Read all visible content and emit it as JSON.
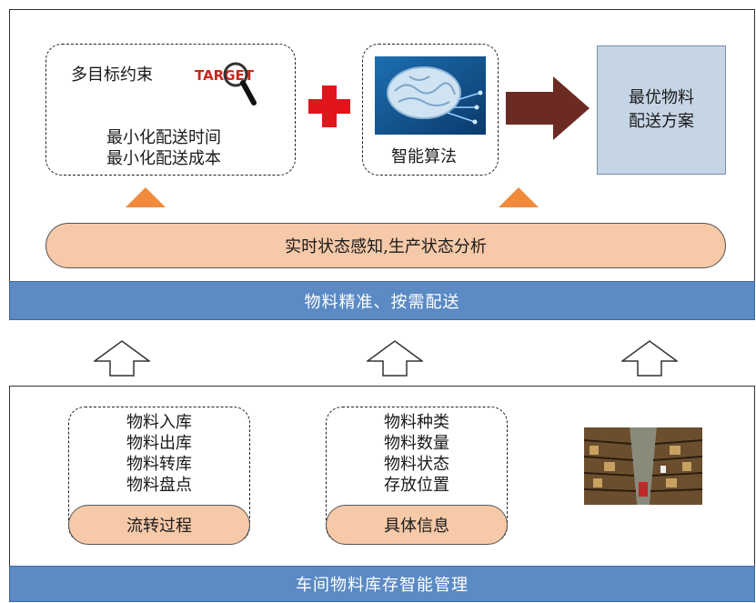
{
  "top": {
    "constraints": {
      "title": "多目标约束",
      "target_label": "TARGET",
      "items": [
        "最小化配送时间",
        "最小化配送成本"
      ]
    },
    "algorithm": {
      "label": "智能算法"
    },
    "result": {
      "lines": [
        "最优物料",
        "配送方案"
      ]
    },
    "analysis_label": "实时状态感知,生产状态分析",
    "bar_label": "物料精准、按需配送"
  },
  "bottom": {
    "process": {
      "items": [
        "物料入库",
        "物料出库",
        "物料转库",
        "物料盘点"
      ],
      "label": "流转过程"
    },
    "info": {
      "items": [
        "物料种类",
        "物料数量",
        "物料状态",
        "存放位置"
      ],
      "label": "具体信息"
    },
    "bar_label": "车间物料库存智能管理"
  },
  "colors": {
    "bar_blue": "#5b8ac4",
    "pill_peach": "#f6c9a8",
    "plus_red": "#e0161c",
    "arrow_brown": "#6b2a22",
    "up_arrow_orange": "#f08a3c",
    "result_blue": "#c6d5e6"
  },
  "icons": [
    "target-magnifier-icon",
    "brain-circuit-icon",
    "plus-icon",
    "right-arrow-icon",
    "warehouse-photo",
    "hollow-up-arrow-icon"
  ]
}
